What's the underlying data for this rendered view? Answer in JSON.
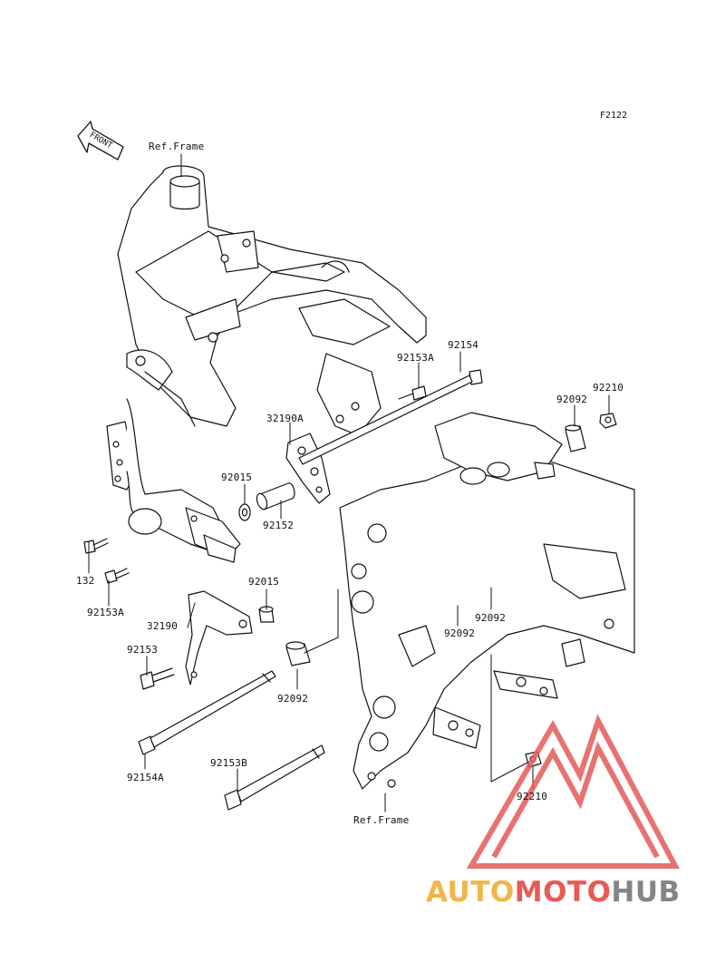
{
  "diagram": {
    "code": "F2122",
    "front_label": "FRONT",
    "ref_frame_top": "Ref.Frame",
    "ref_frame_bottom": "Ref.Frame",
    "parts": [
      {
        "id": "92154_top",
        "label": "92154"
      },
      {
        "id": "92153A_top",
        "label": "92153A"
      },
      {
        "id": "92210_top",
        "label": "92210"
      },
      {
        "id": "92092_top",
        "label": "92092"
      },
      {
        "id": "32190A",
        "label": "32190A"
      },
      {
        "id": "92015_top",
        "label": "92015"
      },
      {
        "id": "92152",
        "label": "92152"
      },
      {
        "id": "132",
        "label": "132"
      },
      {
        "id": "92153A_left",
        "label": "92153A"
      },
      {
        "id": "32190",
        "label": "32190"
      },
      {
        "id": "92015_mid",
        "label": "92015"
      },
      {
        "id": "92153",
        "label": "92153"
      },
      {
        "id": "92092_left",
        "label": "92092"
      },
      {
        "id": "92092_mid1",
        "label": "92092"
      },
      {
        "id": "92092_mid2",
        "label": "92092"
      },
      {
        "id": "92154A",
        "label": "92154A"
      },
      {
        "id": "92153B",
        "label": "92153B"
      },
      {
        "id": "92210_bottom",
        "label": "92210"
      }
    ]
  },
  "watermark": {
    "part1": "AUTO",
    "part2": "MOTO",
    "part3": "HUB",
    "colors": {
      "auto": "#f1b54a",
      "moto": "#e75a56",
      "hub": "#858585"
    }
  }
}
